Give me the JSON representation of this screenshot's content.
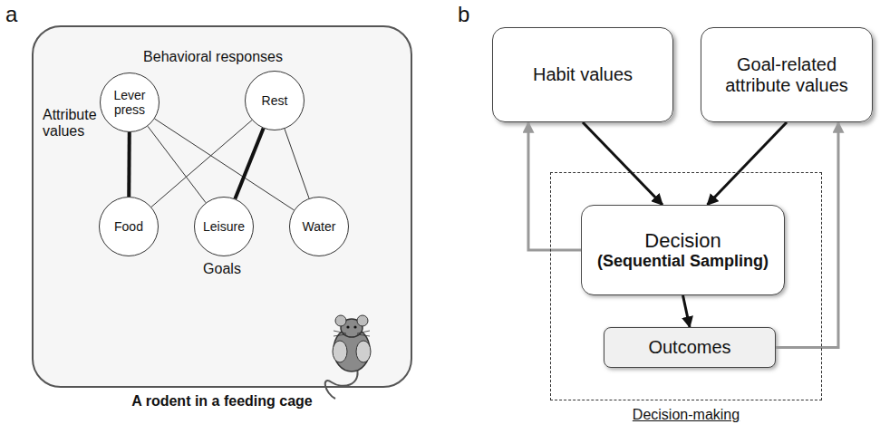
{
  "diagram": {
    "nodes": [
      {
        "text": [
          "A rodent in a feeding cage"
        ]
      },
      {
        "text": [
          "Lever press"
        ],
        "in": 0
      },
      {
        "text": [
          "Rest"
        ],
        "in": 0
      },
      {
        "text": [
          "Food"
        ],
        "in": 0
      },
      {
        "text": [
          "Leisure"
        ],
        "in": 0
      },
      {
        "text": [
          "Water"
        ],
        "in": 0
      },
      {
        "text": [
          "Habit values"
        ]
      },
      {
        "text": [
          "Goal-related attribute values"
        ]
      },
      {
        "text": [
          "Decision-making"
        ]
      },
      {
        "text": [
          "Decision",
          "(Sequential Sampling)"
        ],
        "in": 8
      },
      {
        "text": [
          "Outcomes"
        ],
        "in": 8
      }
    ],
    "edges": [
      {
        "from": 1,
        "to": 3,
        "arrow": "none"
      },
      {
        "from": 1,
        "to": 4,
        "arrow": "none"
      },
      {
        "from": 1,
        "to": 5,
        "arrow": "none"
      },
      {
        "from": 2,
        "to": 3,
        "arrow": "none"
      },
      {
        "from": 2,
        "to": 4,
        "arrow": "none"
      },
      {
        "from": 2,
        "to": 5,
        "arrow": "none"
      },
      {
        "from": 6,
        "to": 9,
        "arrow": "to"
      },
      {
        "from": 7,
        "to": 9,
        "arrow": "to"
      },
      {
        "from": 9,
        "to": 10,
        "arrow": "to"
      },
      {
        "from": 9,
        "to": 6,
        "arrow": "to"
      },
      {
        "from": 10,
        "to": 7,
        "arrow": "to"
      }
    ],
    "labels": [
      "a",
      "b",
      "Behavioral responses",
      "Attribute values",
      "Goals"
    ]
  }
}
